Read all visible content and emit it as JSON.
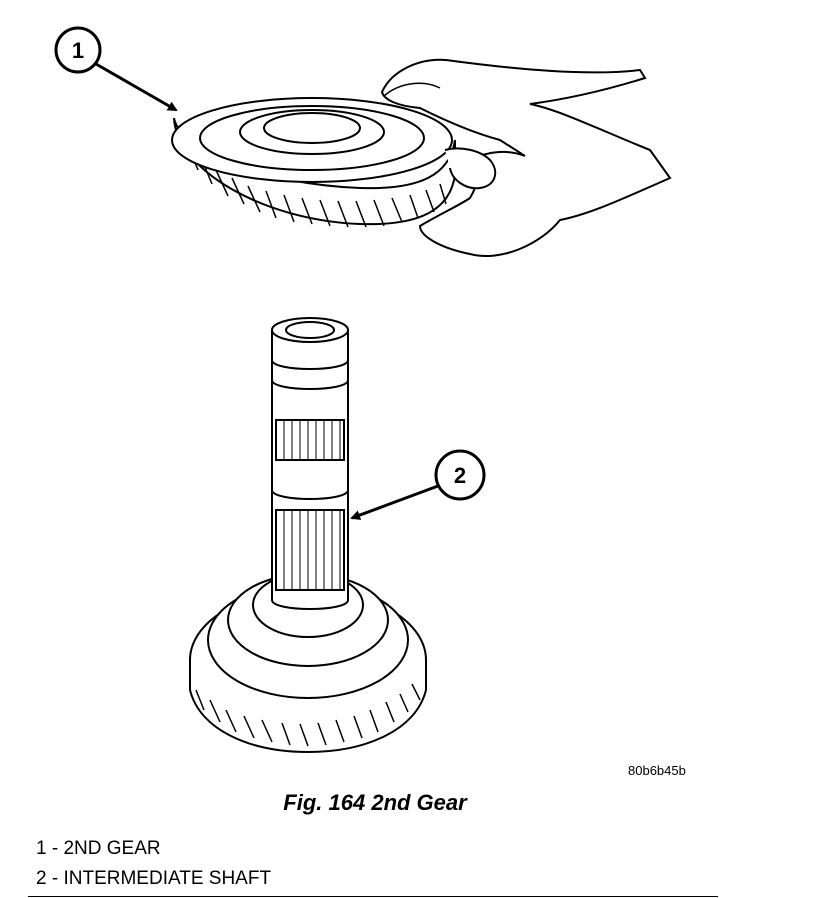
{
  "callouts": [
    {
      "number": "1"
    },
    {
      "number": "2"
    }
  ],
  "figure": {
    "id": "80b6b45b",
    "caption": "Fig. 164 2nd Gear"
  },
  "legend": [
    {
      "number": "1",
      "sep": " - ",
      "text": "2ND GEAR"
    },
    {
      "number": "2",
      "sep": " - ",
      "text": "INTERMEDIATE SHAFT"
    }
  ]
}
